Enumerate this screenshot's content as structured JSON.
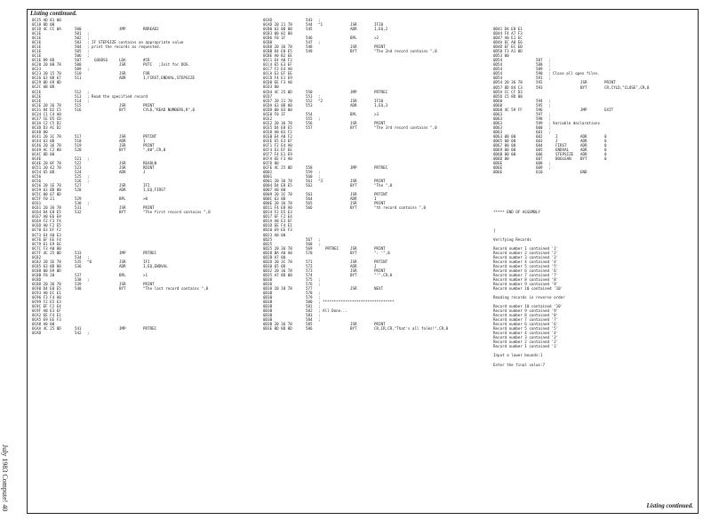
{
  "header": {
    "title": "Listing continued."
  },
  "footer": {
    "text": "Listing continued."
  },
  "side_label": "July 1983 Compute! 40",
  "col1": [
    {
      "h": "0C15 AD 81 00"
    },
    {
      "h": "0C18 8D 00"
    },
    {
      "h": "0C1D 4C CC 0A",
      "n": "500",
      "op": "JMP",
      "a": "RRREAD2"
    },
    {
      "h": "0C1E",
      "n": "501",
      "t": ";"
    },
    {
      "h": "0C1E",
      "n": "502",
      "t": ";"
    },
    {
      "h": "0C1E",
      "n": "503",
      "t": "; IF STEPSIZE contains an appropriate value"
    },
    {
      "h": "0C1E",
      "n": "504",
      "t": "; print the records as requested."
    },
    {
      "h": "0C1E",
      "n": "505",
      "t": ";"
    },
    {
      "h": "0C1E",
      "n": "506",
      "t": ";"
    },
    {
      "h": "0C1E 89 8D",
      "n": "507",
      "l": "GOODSS",
      "op": "LDA",
      "a": "#CR"
    },
    {
      "h": "0C20 20 00 78",
      "n": "508",
      "op": "JSR",
      "a": "PUTC",
      "c": ";Init for DOS."
    },
    {
      "h": "0C23",
      "n": "509",
      "t": ";"
    },
    {
      "h": "0C23 20 15 78",
      "n": "510",
      "op": "JSR",
      "a": "FOR"
    },
    {
      "h": "0C26 63 0D 67",
      "n": "511",
      "op": "ADR",
      "a": "I,FIRST,ENDVAL,STEPSIZE"
    },
    {
      "h": "0C29 0D 69 0D"
    },
    {
      "h": "0C2C 6B 0D"
    },
    {
      "h": "0C2E",
      "n": "512",
      "t": ";"
    },
    {
      "h": "0C2E",
      "n": "513",
      "t": "; Read the specified record"
    },
    {
      "h": "0C2E",
      "n": "514",
      "t": ";"
    },
    {
      "h": "0C2E 20 36 78",
      "n": "515",
      "op": "JSR",
      "a": "PRINT"
    },
    {
      "h": "0C31 84 D2 C5",
      "n": "516",
      "op": "BYT",
      "a": "CYLD,\"READ NUMBERS,R\",0"
    },
    {
      "h": "0C34 C1 C4 A0"
    },
    {
      "h": "0C37 CE D5 CD"
    },
    {
      "h": "0C3A C2 C5 D2"
    },
    {
      "h": "0C3D D3 AC D2"
    },
    {
      "h": "0C40 00"
    },
    {
      "h": "0C41 20 3C 78",
      "n": "517",
      "op": "JSR",
      "a": "PRTINT"
    },
    {
      "h": "0C44 63 0D",
      "n": "518",
      "op": "ADR",
      "a": "I"
    },
    {
      "h": "0C46 20 36 78",
      "n": "519",
      "op": "JSR",
      "a": "PRINT"
    },
    {
      "h": "0C49 AC C2 80",
      "n": "520",
      "op": "BYT",
      "a": "\",80\",CR,0"
    },
    {
      "h": "0C4C 8D 00"
    },
    {
      "h": "0C4E",
      "n": "521",
      "t": ";"
    },
    {
      "h": "0C4E 20 0F 78",
      "n": "522",
      "op": "JSR",
      "a": "READLN"
    },
    {
      "h": "0C51 20 42 78",
      "n": "523",
      "op": "JSR",
      "a": "RDINT"
    },
    {
      "h": "0C54 65 0D",
      "n": "524",
      "op": "ADR",
      "a": "J"
    },
    {
      "h": "0C56",
      "n": "525",
      "t": ";"
    },
    {
      "h": "0C56",
      "n": "526",
      "t": ";"
    },
    {
      "h": "0C56 20 1E 78",
      "n": "527",
      "op": "JSR",
      "a": "IFI"
    },
    {
      "h": "0C59 63 0D 80",
      "n": "528",
      "op": "ADR",
      "a": "I,EQ,FIRST"
    },
    {
      "h": "0C5C 00 67 0D"
    },
    {
      "h": "0C5F F0 21",
      "n": "529",
      "op": "BPL",
      "a": ">0"
    },
    {
      "h": "0C61",
      "n": "530",
      "t": ";"
    },
    {
      "h": "0C61 20 36 78",
      "n": "531",
      "op": "JSR",
      "a": "PRINT"
    },
    {
      "h": "0C64 D4 E8 E5",
      "n": "532",
      "op": "BYT",
      "a": "\"The first record contains \",0"
    },
    {
      "h": "0C67 A0 E6 E9"
    },
    {
      "h": "0C6A F2 F3 F4"
    },
    {
      "h": "0C6D A0 F2 E5"
    },
    {
      "h": "0C70 E3 EF F2"
    },
    {
      "h": "0C73 E4 A0 E3"
    },
    {
      "h": "0C76 EF EE F4"
    },
    {
      "h": "0C79 E1 E9 EE"
    },
    {
      "h": "0C7C F3 A0 00"
    },
    {
      "h": "0C7F 4C 25 0D",
      "n": "533",
      "op": "JMP",
      "a": "PRTREC"
    },
    {
      "h": "0C82",
      "n": "534",
      "t": ";"
    },
    {
      "h": "0C82 20 1E 78",
      "n": "535",
      "m": "^0",
      "op": "JSR",
      "a": "IFI"
    },
    {
      "h": "0C85 63 0D 80",
      "n": "536",
      "op": "ADR",
      "a": "I,EQ,ENDVAL"
    },
    {
      "h": "0C88 00 69 0D"
    },
    {
      "h": "0C8B F0 20",
      "n": "537",
      "op": "BPL",
      "a": ">1"
    },
    {
      "h": "0C8D",
      "n": "538",
      "t": ";"
    },
    {
      "h": "0C8D 20 36 78",
      "n": "539",
      "op": "JSR",
      "a": "PRINT"
    },
    {
      "h": "0C90 D4 E8 E5",
      "n": "540",
      "op": "BYT",
      "a": "\"The last record contains \",0"
    },
    {
      "h": "0C93 A0 EC E1"
    },
    {
      "h": "0C96 F3 F4 A0"
    },
    {
      "h": "0C99 F2 E5 E3"
    },
    {
      "h": "0C9C EF F2 E4"
    },
    {
      "h": "0C9F A0 E3 EF"
    },
    {
      "h": "0CA2 EE F4 E1"
    },
    {
      "h": "0CA5 E9 EE F3"
    },
    {
      "h": "0CA8 A0 00"
    },
    {
      "h": "0CAA 4C 25 0D",
      "n": "541",
      "op": "JMP",
      "a": "PRTREC"
    },
    {
      "h": "0CAD",
      "n": "542",
      "t": ";"
    }
  ],
  "col2": [
    {
      "h": "0CAD",
      "n": "543",
      "t": ";"
    },
    {
      "h": "0CAD 20 21 78",
      "n": "544",
      "m": "^1",
      "op": "JSR",
      "a": "IFI0"
    },
    {
      "h": "0CB0 63 0D 80",
      "n": "545",
      "op": "ADR",
      "a": "I,EQ,2"
    },
    {
      "h": "0CB3 00 02 00"
    },
    {
      "h": "0CB6 F0 1F",
      "n": "546",
      "op": "BPL",
      "a": ">2"
    },
    {
      "h": "0CB8",
      "n": "547",
      "t": ";"
    },
    {
      "h": "0CB8 20 36 78",
      "n": "548",
      "op": "JSR",
      "a": "PRINT"
    },
    {
      "h": "0CBB D4 E8 E5",
      "n": "549",
      "op": "BYT",
      "a": "\"The 2nd record contains \",0"
    },
    {
      "h": "0CBE A0 B2 EE"
    },
    {
      "h": "0CC1 E4 A0 F2"
    },
    {
      "h": "0CC4 E5 E3 EF"
    },
    {
      "h": "0CC7 F2 E4 A0"
    },
    {
      "h": "0CCA E3 EF EE"
    },
    {
      "h": "0CCD F4 E1 E9"
    },
    {
      "h": "0CD0 EE F3 A0"
    },
    {
      "h": "0CD3 00"
    },
    {
      "h": "0CD4 4C 25 0D",
      "n": "550",
      "op": "JMP",
      "a": "PRTREC"
    },
    {
      "h": "0CD7",
      "n": "551",
      "t": ";"
    },
    {
      "h": "0CD7 20 21 78",
      "n": "552",
      "m": "^2",
      "op": "JSR",
      "a": "IFI0"
    },
    {
      "h": "0CDA 63 0D 80",
      "n": "553",
      "op": "ADR",
      "a": "I,EQ,3"
    },
    {
      "h": "0CDD 00 03 00"
    },
    {
      "h": "0CE0 F0 1F",
      "n": "554",
      "op": "BPL",
      "a": ">3"
    },
    {
      "h": "0CE2",
      "n": "555",
      "t": ";"
    },
    {
      "h": "0CE2 20 36 78",
      "n": "556",
      "op": "JSR",
      "a": "PRINT"
    },
    {
      "h": "0CE5 D4 E8 E5",
      "n": "557",
      "op": "BYT",
      "a": "\"The 3rd record contains \",0"
    },
    {
      "h": "0CE8 A0 B3 F2"
    },
    {
      "h": "0CEB E4 A0 F2"
    },
    {
      "h": "0CEE E5 E3 EF"
    },
    {
      "h": "0CF1 F2 E4 A0"
    },
    {
      "h": "0CF4 E3 EF EE"
    },
    {
      "h": "0CF7 F4 E1 E9"
    },
    {
      "h": "0CFA EE F3 A0"
    },
    {
      "h": "0CFD 00"
    },
    {
      "h": "0CFE 4C 25 0D",
      "n": "558",
      "op": "JMP",
      "a": "PRTREC"
    },
    {
      "h": "0D01",
      "n": "559",
      "t": ";"
    },
    {
      "h": "0D01",
      "n": "560",
      "t": ";"
    },
    {
      "h": "0D01 20 36 78",
      "n": "561",
      "m": "^3",
      "op": "JSR",
      "a": "PRINT"
    },
    {
      "h": "0D04 D4 E8 E5",
      "n": "562",
      "op": "BYT",
      "a": "\"The \",0"
    },
    {
      "h": "0D07 A0 00"
    },
    {
      "h": "0D09 20 3C 78",
      "n": "563",
      "op": "JSR",
      "a": "PRTINT"
    },
    {
      "h": "0D0C 63 0D",
      "n": "564",
      "op": "ADR",
      "a": "I"
    },
    {
      "h": "0D0E 20 36 78",
      "n": "565",
      "op": "JSR",
      "a": "PRINT"
    },
    {
      "h": "0D11 F4 E8 A0",
      "n": "566",
      "op": "BYT",
      "a": "\"th record contains \",0"
    },
    {
      "h": "0D14 F2 E5 E3"
    },
    {
      "h": "0D17 EF F2 E4"
    },
    {
      "h": "0D1A A0 E3 EF"
    },
    {
      "h": "0D1D EE F4 E1"
    },
    {
      "h": "0D20 E9 EE F3"
    },
    {
      "h": "0D23 A0 00"
    },
    {
      "h": "0D25",
      "n": "567",
      "t": ";"
    },
    {
      "h": "0D25",
      "n": "568",
      "t": ";"
    },
    {
      "h": "0D25 20 36 78",
      "n": "569",
      "l": "PRTREC",
      "op": "JSR",
      "a": "PRINT"
    },
    {
      "h": "0D28 BA A0 A0",
      "n": "570",
      "op": "BYT",
      "a": "\": '\",0"
    },
    {
      "h": "0D2B A7 00"
    },
    {
      "h": "0D2D 20 3C 78",
      "n": "571",
      "op": "JSR",
      "a": "PRTINT"
    },
    {
      "h": "0D30 65 0D",
      "n": "572",
      "op": "ADR",
      "a": "J"
    },
    {
      "h": "0D32 20 36 78",
      "n": "573",
      "op": "JSR",
      "a": "PRINT"
    },
    {
      "h": "0D35 A7 8D 00",
      "n": "574",
      "op": "BYT",
      "a": "\"'\",CR,0"
    },
    {
      "h": "0D38",
      "n": "575",
      "t": ";"
    },
    {
      "h": "0D38",
      "n": "576",
      "t": ";"
    },
    {
      "h": "0D38 20 18 78",
      "n": "577",
      "op": "JSR",
      "a": "NEXT"
    },
    {
      "h": "0D3B",
      "n": "578",
      "t": ";"
    },
    {
      "h": "0D3B",
      "n": "579",
      "t": ";"
    },
    {
      "h": "0D3B",
      "n": "580",
      "t": "; ********************************"
    },
    {
      "h": "0D3B",
      "n": "581",
      "t": ";"
    },
    {
      "h": "0D3B",
      "n": "582",
      "t": "; All Done..."
    },
    {
      "h": "0D3B",
      "n": "583",
      "t": ";"
    },
    {
      "h": "0D3B",
      "n": "584",
      "t": ";"
    },
    {
      "h": "0D3B 20 36 78",
      "n": "585",
      "op": "JSR",
      "a": "PRINT"
    },
    {
      "h": "0D3E 8D 8D 8D",
      "n": "586",
      "op": "BYT",
      "a": "CR,CR,CR,\"That's all folks!\",CR,0"
    }
  ],
  "col3_code": [
    {
      "h": "0D41 D4 E8 E1"
    },
    {
      "h": "0D44 F4 A7 F3"
    },
    {
      "h": "0D47 A0 E1 EC"
    },
    {
      "h": "0D4A EC A0 E6"
    },
    {
      "h": "0D4D EF EC EB"
    },
    {
      "h": "0D50 F3 A1 8D"
    },
    {
      "h": "0D53 00"
    },
    {
      "h": "0D54",
      "n": "587",
      "t": ";"
    },
    {
      "h": "0D54",
      "n": "588",
      "t": ";"
    },
    {
      "h": "0D54",
      "n": "589",
      "t": ";"
    },
    {
      "h": "0D54",
      "n": "590",
      "t": "; Close all open files."
    },
    {
      "h": "0D54",
      "n": "591",
      "t": ";"
    },
    {
      "h": "0D54 20 36 78",
      "n": "592",
      "op": "JSR",
      "a": "PRINT"
    },
    {
      "h": "0D57 8D 84 C3",
      "n": "593",
      "op": "BYT",
      "a": "CR,CYLD,\"CLOSE\",CR,0"
    },
    {
      "h": "0D5A CC CF D3"
    },
    {
      "h": "0D5D C5 8D 00"
    },
    {
      "h": "0D60",
      "n": "594",
      "t": ";"
    },
    {
      "h": "0D60",
      "n": "595",
      "t": ";"
    },
    {
      "h": "0D60 4C 59 FF",
      "n": "596",
      "op": "JMP",
      "a": "EXIT"
    },
    {
      "h": "0D63",
      "n": "597",
      "t": ";"
    },
    {
      "h": "0D63",
      "n": "598",
      "t": ";"
    },
    {
      "h": "0D63",
      "n": "599",
      "t": "; Variable declarations"
    },
    {
      "h": "0D63",
      "n": "600",
      "t": ";"
    },
    {
      "h": "0D63",
      "n": "601",
      "t": ";"
    },
    {
      "h": "0D63 00 00",
      "n": "602",
      "l": "I",
      "op": "ADR",
      "a": "0"
    },
    {
      "h": "0D65 00 00",
      "n": "603",
      "l": "J",
      "op": "ADR",
      "a": "0"
    },
    {
      "h": "0D67 00 00",
      "n": "604",
      "l": "FIRST",
      "op": "ADR",
      "a": "0"
    },
    {
      "h": "0D69 00 00",
      "n": "605",
      "l": "ENDVAL",
      "op": "ADR",
      "a": "0"
    },
    {
      "h": "0D6B 00 00",
      "n": "606",
      "l": "STEPSIZE",
      "op": "ADR",
      "a": "0"
    },
    {
      "h": "0D6D 00",
      "n": "607",
      "l": "BOOLEAN",
      "op": "BYT",
      "a": "0"
    },
    {
      "h": "0D6E",
      "n": "608",
      "t": ";"
    },
    {
      "h": "0D6E",
      "n": "609",
      "t": ";"
    },
    {
      "h": "0D6E",
      "n": "610",
      "op": "END"
    }
  ],
  "col3_output": [
    "***** END OF ASSEMBLY",
    "",
    "",
    "",
    "]",
    "",
    "Verifying Records",
    "",
    "Record number 1 contained '1'",
    "Record number 2 contained '2'",
    "Record number 3 contained '3'",
    "Record number 4 contained '4'",
    "Record number 5 contained '5'",
    "Record number 6 contained '6'",
    "Record number 7 contained '7'",
    "Record number 8 contained '8'",
    "Record number 9 contained '9'",
    "Record number 10 contained '10'",
    "",
    "Reading records in reverse order",
    "",
    "Record number 10 contained '10'",
    "Record number 9 contained '9'",
    "Record number 8 contained '8'",
    "Record number 7 contained '7'",
    "Record number 6 contained '6'",
    "Record number 5 contained '5'",
    "Record number 4 contained '4'",
    "Record number 3 contained '3'",
    "Record number 2 contained '2'",
    "Record number 1 contained '1'",
    "",
    "Input a lower bounds:1",
    "",
    "Enter the final value:7"
  ]
}
